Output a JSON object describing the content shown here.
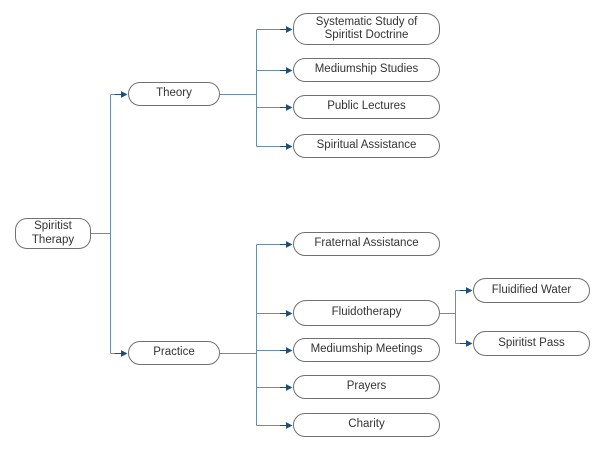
{
  "colors": {
    "connector": "#6d8cad",
    "arrow": "#1f4e79",
    "node_border": "#707070",
    "node_fill": "#ffffff",
    "text": "#333333",
    "background": "#ffffff"
  },
  "nodes": {
    "root": {
      "label": "Spiritist Therapy"
    },
    "theory": {
      "label": "Theory"
    },
    "theory_children": [
      {
        "label": "Systematic Study of Spiritist Doctrine"
      },
      {
        "label": "Mediumship Studies"
      },
      {
        "label": "Public Lectures"
      },
      {
        "label": "Spiritual Assistance"
      }
    ],
    "practice": {
      "label": "Practice"
    },
    "practice_children": [
      {
        "label": "Fraternal Assistance"
      },
      {
        "label": "Fluidotherapy"
      },
      {
        "label": "Mediumship Meetings"
      },
      {
        "label": "Prayers"
      },
      {
        "label": "Charity"
      }
    ],
    "fluidotherapy_children": [
      {
        "label": "Fluidified Water"
      },
      {
        "label": "Spiritist Pass"
      }
    ]
  }
}
